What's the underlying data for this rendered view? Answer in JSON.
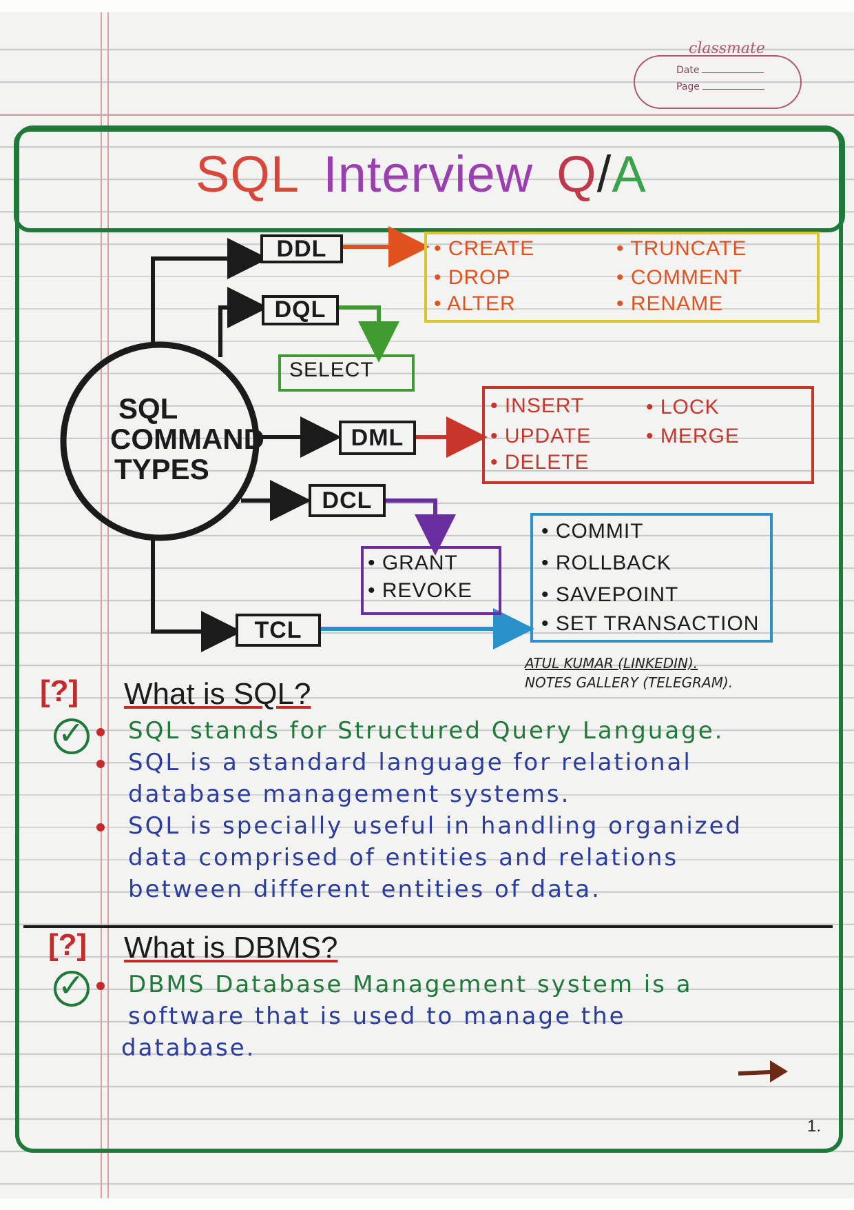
{
  "brand": {
    "name": "classmate",
    "date_label": "Date",
    "page_label": "Page"
  },
  "title_parts": [
    "SQL",
    "Interview",
    "Q",
    "/",
    "A"
  ],
  "diagram": {
    "center_lines": [
      "SQL",
      "COMMAND",
      "TYPES"
    ],
    "commands": {
      "ddl": "DDL",
      "dql": "DQL",
      "dml": "DML",
      "dcl": "DCL",
      "tcl": "TCL"
    },
    "ddl_items": [
      "• CREATE",
      "• TRUNCATE",
      "• DROP",
      "• COMMENT",
      "• ALTER",
      "• RENAME"
    ],
    "dql_items": [
      "SELECT"
    ],
    "dml_items": [
      "• INSERT",
      "• LOCK",
      "• UPDATE",
      "• MERGE",
      "• DELETE"
    ],
    "dcl_items": [
      "• GRANT",
      "• REVOKE"
    ],
    "tcl_items": [
      "•  COMMIT",
      "•  ROLLBACK",
      "•  SAVEPOINT",
      "•  SET TRANSACTION"
    ],
    "colors": {
      "ddl": "#d8c62a",
      "dql": "#3f9a2f",
      "dml": "#c8352a",
      "dcl": "#6a2ea0",
      "tcl": "#2a92c8",
      "ddl_arrow": "#e0531f"
    }
  },
  "credits": [
    "ATUL KUMAR (LINKEDIN).",
    "NOTES GALLERY (TELEGRAM)."
  ],
  "q1": {
    "mark": "[?]",
    "question": "What is SQL?",
    "answers": [
      "SQL stands for Structured Query Language.",
      "SQL is a standard language for relational",
      "database management systems.",
      "SQL is specially useful in handling organized",
      "data comprised of entities and relations",
      "between different entities of data."
    ]
  },
  "q2": {
    "mark": "[?]",
    "question": "What is DBMS?",
    "answers": [
      "DBMS Database Management system is a",
      "software that is used to manage the",
      "database."
    ]
  },
  "page_number": "1."
}
